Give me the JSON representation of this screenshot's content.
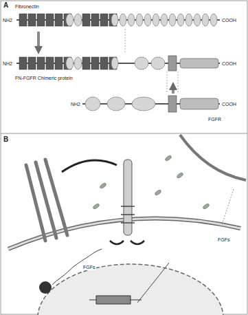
{
  "diagram": {
    "nodes": [
      {
        "text": [
          "Fibronectin"
        ]
      },
      {
        "text": [
          "FN-FGFR Chimeric protein"
        ]
      },
      {
        "text": [
          "FGFR"
        ]
      }
    ],
    "edges": [
      {
        "from": 0,
        "to": 1,
        "arrow": "to"
      },
      {
        "from": 2,
        "to": 1,
        "arrow": "to"
      }
    ],
    "labels": [
      "A",
      "NH2",
      "COOH",
      "NH2",
      "COOH",
      "NH2",
      "COOH",
      "B",
      "FGFs",
      "FGFs"
    ]
  }
}
